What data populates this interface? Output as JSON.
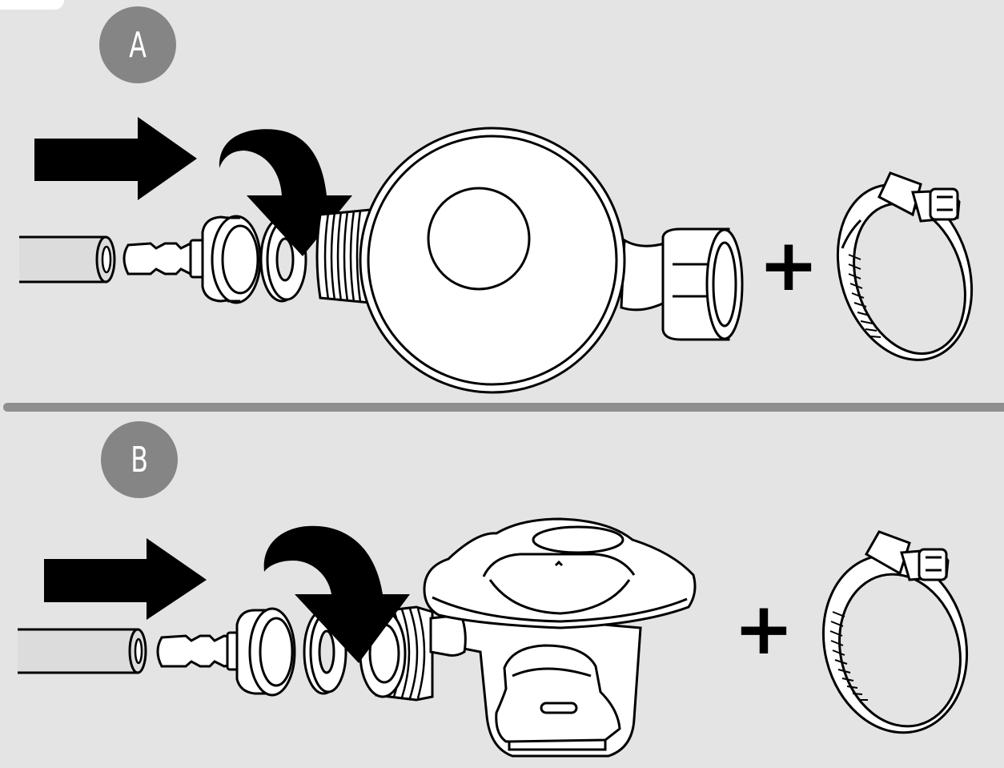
{
  "steps": [
    {
      "id": "A",
      "label": "A"
    },
    {
      "id": "B",
      "label": "B"
    }
  ],
  "plus_sign": "+",
  "colors": {
    "background": "#e4e4e5",
    "badge": "#858585",
    "divider": "#8e8e8e",
    "ink": "#000000",
    "part_fill": "#ffffff",
    "hose_fill": "#dcdcdc"
  },
  "icons": [
    "push-arrow-icon",
    "curved-arrow-icon",
    "hose-icon",
    "hose-nozzle-icon",
    "washer-icon",
    "gas-regulator-icon",
    "hose-clamp-icon"
  ]
}
